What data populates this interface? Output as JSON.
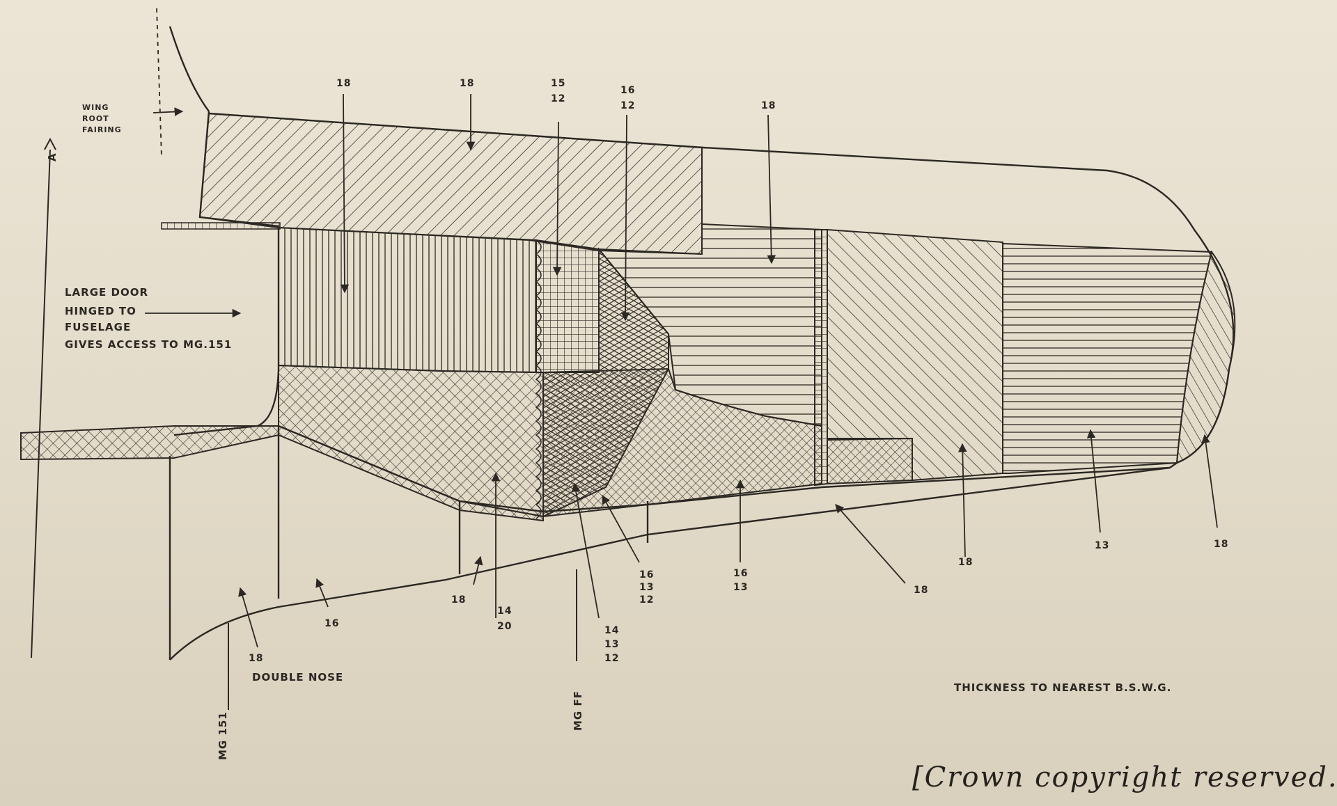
{
  "wing_root_label": [
    "WING",
    "ROOT",
    "FAIRING"
  ],
  "door_label": [
    "LARGE DOOR",
    "HINGED TO",
    "FUSELAGE",
    "GIVES ACCESS TO MG.151"
  ],
  "double_nose_label": "DOUBLE NOSE",
  "thickness_note": "THICKNESS TO NEAREST B.S.W.G.",
  "station_mg151": "MG 151",
  "station_mgff": "MG FF",
  "datum_label": "A",
  "copyright": "[Crown copyright reserved.]",
  "gauges": {
    "top_left": [
      "18"
    ],
    "top_mid": [
      "18"
    ],
    "top_15_12": [
      "15",
      "12"
    ],
    "top_16_12": [
      "16",
      "12"
    ],
    "top_right": [
      "18"
    ],
    "nose_18": [
      "18"
    ],
    "nose_16": [
      "16"
    ],
    "bottom_18_a": [
      "18"
    ],
    "bottom_14_20": [
      "14",
      "20"
    ],
    "bottom_14_13_12": [
      "14",
      "13",
      "12"
    ],
    "bottom_16_13_12": [
      "16",
      "13",
      "12"
    ],
    "bottom_16_13": [
      "16",
      "13"
    ],
    "bottom_18_b": [
      "18"
    ],
    "bottom_18_c": [
      "18"
    ],
    "bottom_13": [
      "13"
    ],
    "bottom_18_tip": [
      "18"
    ]
  }
}
